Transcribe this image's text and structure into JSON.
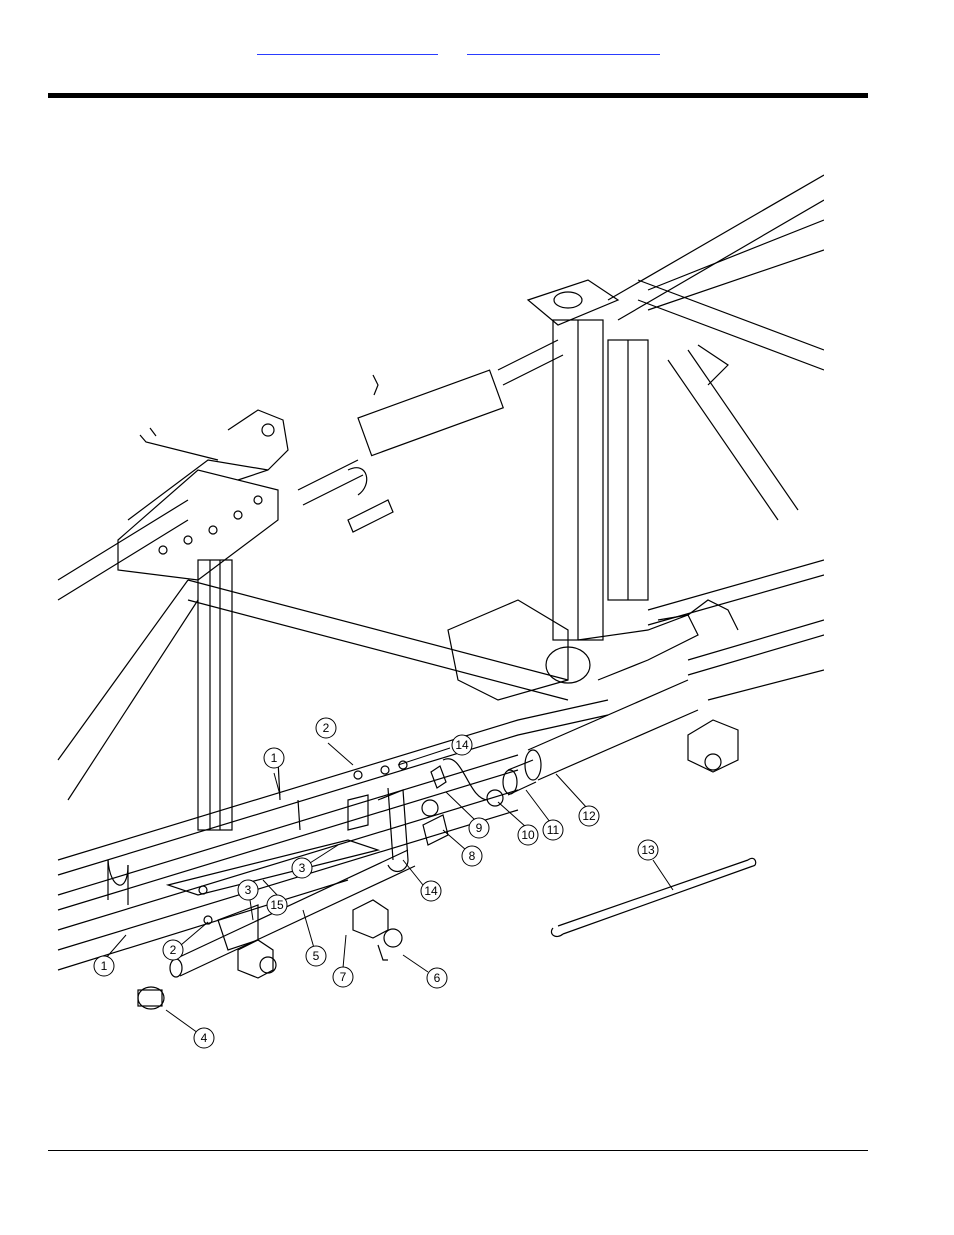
{
  "header": {
    "links": [
      "",
      ""
    ]
  },
  "callouts": [
    {
      "num": "1"
    },
    {
      "num": "2"
    },
    {
      "num": "14"
    },
    {
      "num": "9"
    },
    {
      "num": "10"
    },
    {
      "num": "11"
    },
    {
      "num": "12"
    },
    {
      "num": "13"
    },
    {
      "num": "3"
    },
    {
      "num": "8"
    },
    {
      "num": "14"
    },
    {
      "num": "15"
    },
    {
      "num": "3"
    },
    {
      "num": "2"
    },
    {
      "num": "5"
    },
    {
      "num": "1"
    },
    {
      "num": "7"
    },
    {
      "num": "6"
    },
    {
      "num": "4"
    }
  ]
}
